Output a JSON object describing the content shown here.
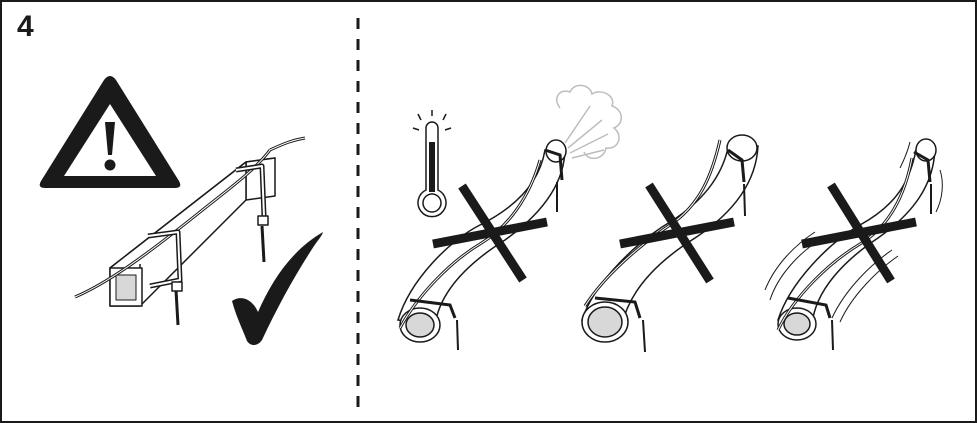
{
  "step": {
    "number": "4"
  },
  "colors": {
    "line": "#1a1a1a",
    "fill_light": "#ffffff",
    "fill_gray": "#d8d8d8",
    "steam": "#bdbdbd"
  },
  "panels": {
    "left": {
      "icons": [
        "warning-triangle-icon",
        "checkmark-icon"
      ],
      "illustration": "square-pipe-with-cable"
    },
    "right": {
      "icons": [
        "thermometer-icon",
        "steam-icon",
        "cross-mark-icon",
        "cross-mark-icon",
        "cross-mark-icon"
      ],
      "illustrations": [
        "bent-pipe-hot",
        "bent-pipe-large",
        "bent-pipe-vibrating"
      ]
    }
  }
}
